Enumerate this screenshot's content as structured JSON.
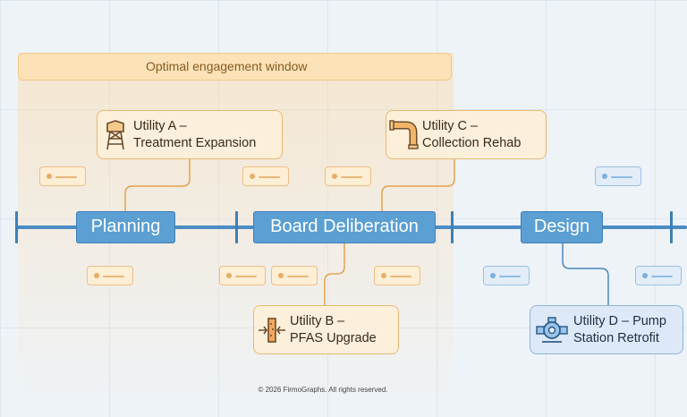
{
  "window": {
    "label": "Optimal engagement window"
  },
  "phases": [
    {
      "label": "Planning"
    },
    {
      "label": "Board Deliberation"
    },
    {
      "label": "Design"
    }
  ],
  "utilities": [
    {
      "label": "Utility A –\nTreatment Expansion",
      "icon": "water-tower-icon"
    },
    {
      "label": "Utility C –\nCollection Rehab",
      "icon": "pipe-icon"
    },
    {
      "label": "Utility B –\nPFAS Upgrade",
      "icon": "filter-icon"
    },
    {
      "label": "Utility D – Pump\nStation Retrofit",
      "icon": "pump-icon"
    }
  ],
  "colors": {
    "window": "#fbe2b7",
    "axis": "#4a8cc4",
    "phase": "#5b9fd3",
    "card_orange": "#fdf0da",
    "card_blue": "#dde9f6",
    "connector_orange": "#e3a24d",
    "connector_blue": "#4b86bd"
  },
  "footer": {
    "text": "© 2026 FirmoGraphs. All rights reserved."
  }
}
